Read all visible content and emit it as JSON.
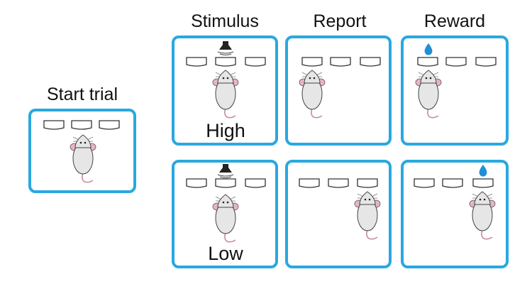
{
  "labels": {
    "start_trial": "Start trial",
    "stimulus": "Stimulus",
    "report": "Report",
    "reward": "Reward"
  },
  "conditions": {
    "high": "High",
    "low": "Low"
  },
  "colors": {
    "panel_border": "#29a8e0",
    "water_drop": "#1f8fd6",
    "mouse_body": "#e6e6e6",
    "mouse_ear": "#e8b4c4"
  }
}
